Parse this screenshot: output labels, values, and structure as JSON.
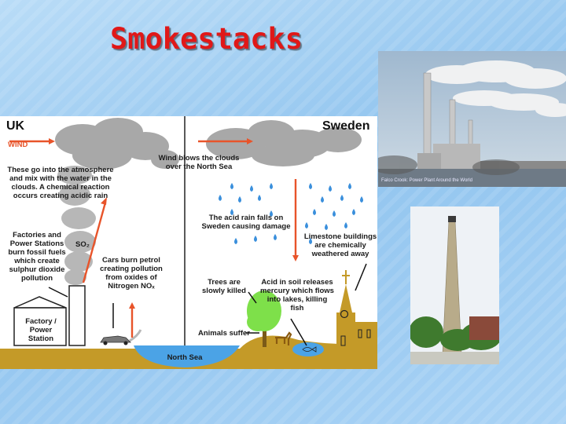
{
  "slide": {
    "title": "Smokestacks"
  },
  "diagram": {
    "country_left": "UK",
    "country_right": "Sweden",
    "wind": "WIND",
    "atmosphere_text": "These go into the atmosphere and mix with the water in the clouds. A chemical reaction occurs creating acidic rain",
    "wind_blows_text": "Wind blows the clouds over the North Sea",
    "factories_text": "Factories and Power Stations burn fossil fuels which create sulphur dioxide pollution",
    "so2": "SO₂",
    "cars_text": "Cars burn petrol creating pollution from oxides of Nitrogen NOₓ",
    "factory_label": "Factory / Power Station",
    "north_sea": "North Sea",
    "acid_rain_text": "The acid rain falls on Sweden causing damage",
    "limestone_text": "Limestone buildings are chemically weathered away",
    "trees_text": "Trees are slowly killed",
    "acid_soil_text": "Acid in soil releases mercury which flows into lakes, killing fish",
    "animals_text": "Animals suffer"
  },
  "photos": {
    "top_caption": "Falco Crook: Power Plant Around the World"
  },
  "colors": {
    "title": "#e01818",
    "arrow": "#e8542a",
    "ground": "#c49a28",
    "water": "#4ba3e6",
    "tree": "#7ee04a",
    "rain": "#3a8fdc"
  }
}
